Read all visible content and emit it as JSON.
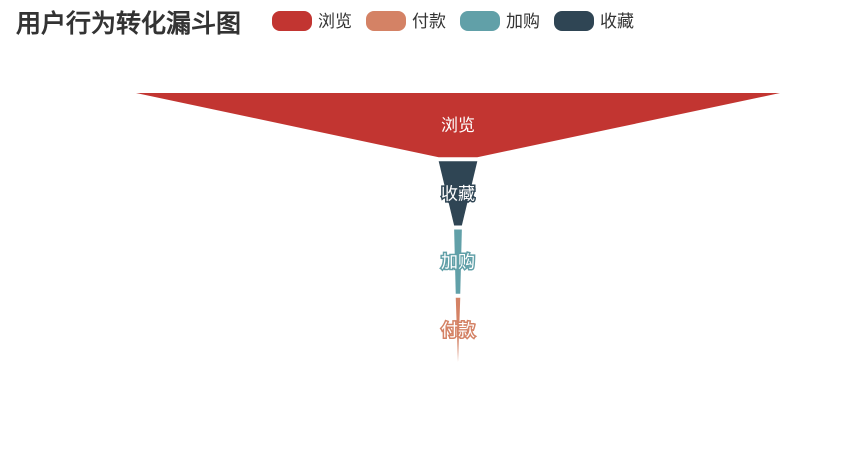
{
  "chart_data": {
    "type": "funnel",
    "title": "用户行为转化漏斗图",
    "legend": {
      "position": "top-left",
      "items": [
        "浏览",
        "付款",
        "加购",
        "收藏"
      ]
    },
    "sort": "descending",
    "series": [
      {
        "name": "浏览",
        "value": 100,
        "color": "#c23531"
      },
      {
        "name": "收藏",
        "value": 6,
        "color": "#2f4554"
      },
      {
        "name": "加购",
        "value": 1.2,
        "color": "#61a0a8"
      },
      {
        "name": "付款",
        "value": 0.7,
        "color": "#d48265"
      }
    ]
  }
}
